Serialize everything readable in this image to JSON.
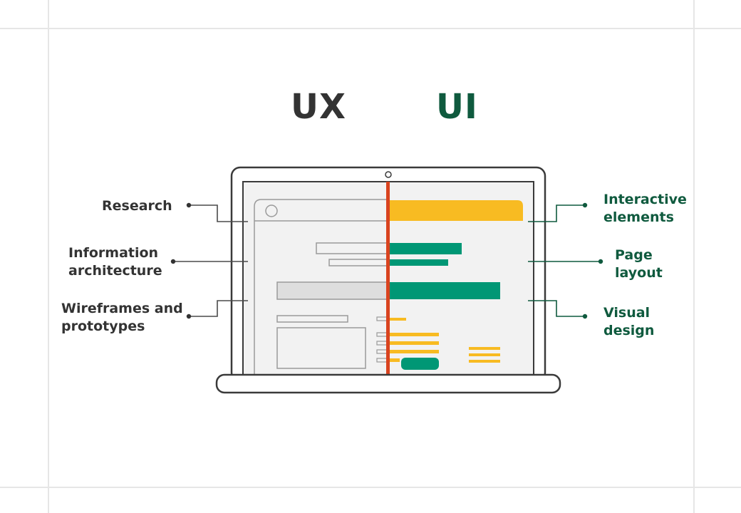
{
  "headings": {
    "ux": "UX",
    "ui": "UI"
  },
  "ux_labels": [
    {
      "line1": "Research",
      "line2": ""
    },
    {
      "line1": "Information",
      "line2": "architecture"
    },
    {
      "line1": "Wireframes and",
      "line2": "prototypes"
    }
  ],
  "ui_labels": [
    {
      "line1": "Interactive",
      "line2": "elements"
    },
    {
      "line1": "Page",
      "line2": "layout"
    },
    {
      "line1": "Visual",
      "line2": "design"
    }
  ],
  "colors": {
    "ux_text": "#333333",
    "ui_text": "#0f5a3e",
    "accent_yellow": "#f8bb22",
    "accent_green": "#009775",
    "divider_red": "#d9431f",
    "frame": "#3a3a3a"
  }
}
